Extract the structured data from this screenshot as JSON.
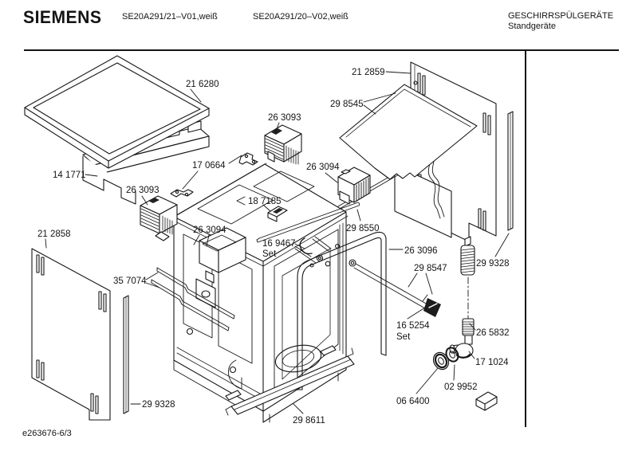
{
  "header": {
    "brand": "SIEMENS",
    "model_left": "SE20A291/21–V01,weiß",
    "model_right": "SE20A291/20–V02,weiß",
    "category": "GESCHIRRSPÜLGERÄTE",
    "subcategory": "Standgeräte"
  },
  "footer": {
    "doc_ref": "e263676-6/3"
  },
  "colors": {
    "line": "#161616",
    "background": "#ffffff"
  },
  "parts": [
    {
      "label": "21 6280"
    },
    {
      "label": "14 1771"
    },
    {
      "label": "26 3093"
    },
    {
      "label": "17 0664"
    },
    {
      "label": "26 3093"
    },
    {
      "label": "18 7185"
    },
    {
      "label": "26 3094"
    },
    {
      "label": "26 3094"
    },
    {
      "label": "21 2858"
    },
    {
      "label": "35 7074"
    },
    {
      "label": "29 9328"
    },
    {
      "label": "29 8611"
    },
    {
      "label": "16 9467",
      "note": "Set"
    },
    {
      "label": "29 8550"
    },
    {
      "label": "26 3096"
    },
    {
      "label": "29 8547"
    },
    {
      "label": "16 5254",
      "note": "Set"
    },
    {
      "label": "29 9328"
    },
    {
      "label": "26 5832"
    },
    {
      "label": "17 1024"
    },
    {
      "label": "02 9952"
    },
    {
      "label": "06 6400"
    },
    {
      "label": "21 2859"
    },
    {
      "label": "29 8545"
    }
  ]
}
